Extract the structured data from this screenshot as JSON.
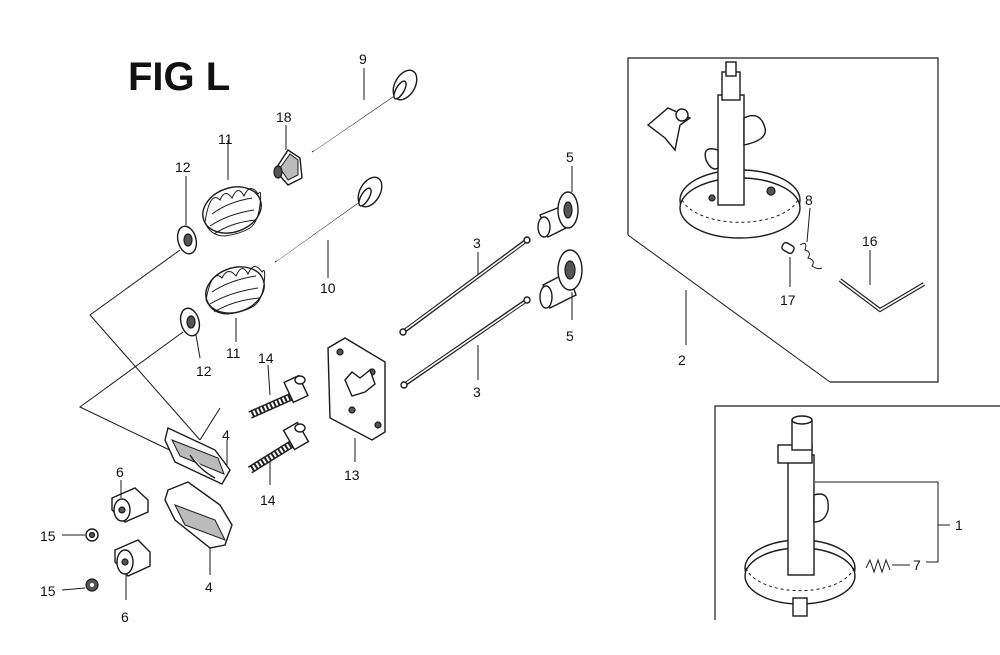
{
  "figure": {
    "title": "FIG L"
  },
  "callouts": {
    "c1": "1",
    "c2": "2",
    "c3a": "3",
    "c3b": "3",
    "c4a": "4",
    "c4b": "4",
    "c5a": "5",
    "c5b": "5",
    "c6a": "6",
    "c6b": "6",
    "c7": "7",
    "c8": "8",
    "c9": "9",
    "c10": "10",
    "c11a": "11",
    "c11b": "11",
    "c12a": "12",
    "c12b": "12",
    "c13": "13",
    "c14a": "14",
    "c14b": "14",
    "c15a": "15",
    "c15b": "15",
    "c16": "16",
    "c17": "17",
    "c18": "18"
  }
}
